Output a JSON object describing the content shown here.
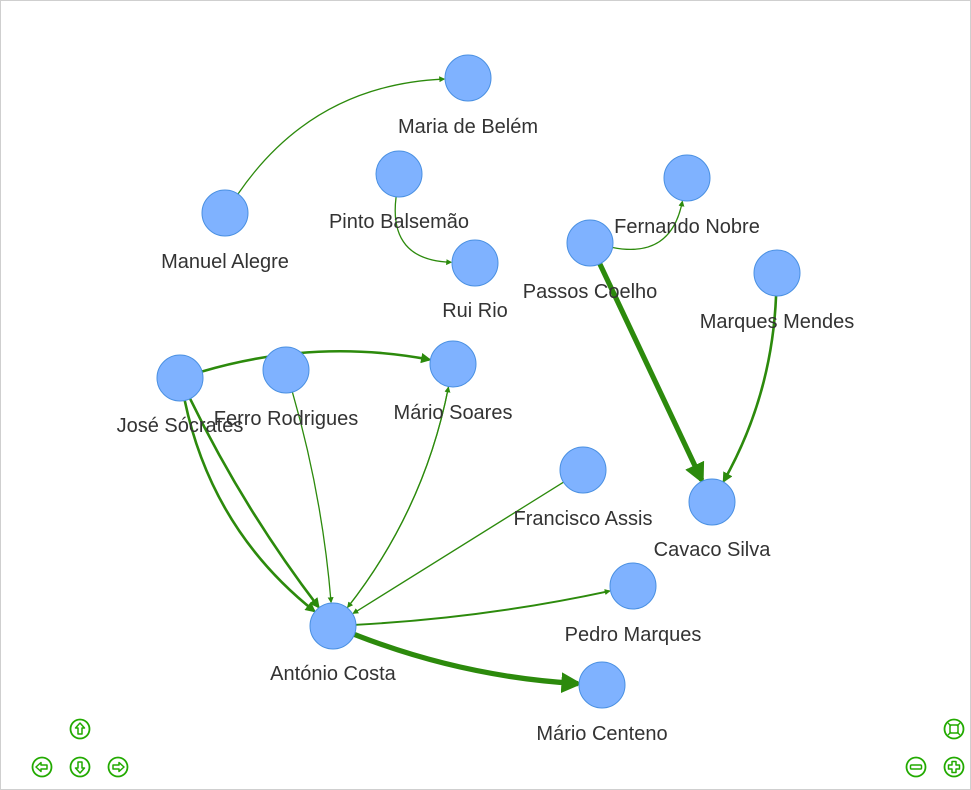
{
  "graph": {
    "node_color": "#7fb2ff",
    "node_border_color": "#4a90e2",
    "edge_color": "#2c8a0c",
    "nodes": [
      {
        "id": "maria-de-belem",
        "label": "Maria de Belém"
      },
      {
        "id": "manuel-alegre",
        "label": "Manuel Alegre"
      },
      {
        "id": "pinto-balsemao",
        "label": "Pinto Balsemão"
      },
      {
        "id": "rui-rio",
        "label": "Rui Rio"
      },
      {
        "id": "fernando-nobre",
        "label": "Fernando Nobre"
      },
      {
        "id": "passos-coelho",
        "label": "Passos Coelho"
      },
      {
        "id": "marques-mendes",
        "label": "Marques Mendes"
      },
      {
        "id": "jose-socrates",
        "label": "José Sócrates"
      },
      {
        "id": "ferro-rodrigues",
        "label": "Ferro Rodrigues"
      },
      {
        "id": "mario-soares",
        "label": "Mário Soares"
      },
      {
        "id": "francisco-assis",
        "label": "Francisco Assis"
      },
      {
        "id": "cavaco-silva",
        "label": "Cavaco Silva"
      },
      {
        "id": "pedro-marques",
        "label": "Pedro Marques"
      },
      {
        "id": "antonio-costa",
        "label": "António Costa"
      },
      {
        "id": "mario-centeno",
        "label": "Mário Centeno"
      }
    ],
    "edges": [
      {
        "from": "manuel-alegre",
        "to": "maria-de-belem",
        "weight": 1
      },
      {
        "from": "pinto-balsemao",
        "to": "rui-rio",
        "weight": 1
      },
      {
        "from": "passos-coelho",
        "to": "fernando-nobre",
        "weight": 1
      },
      {
        "from": "passos-coelho",
        "to": "cavaco-silva",
        "weight": 4
      },
      {
        "from": "marques-mendes",
        "to": "cavaco-silva",
        "weight": 2
      },
      {
        "from": "jose-socrates",
        "to": "mario-soares",
        "weight": 2
      },
      {
        "from": "jose-socrates",
        "to": "antonio-costa",
        "weight": 2
      },
      {
        "from": "jose-socrates",
        "to": "antonio-costa",
        "weight": 2
      },
      {
        "from": "ferro-rodrigues",
        "to": "antonio-costa",
        "weight": 1
      },
      {
        "from": "mario-soares",
        "to": "antonio-costa",
        "weight": 1
      },
      {
        "from": "antonio-costa",
        "to": "mario-soares",
        "weight": 1
      },
      {
        "from": "francisco-assis",
        "to": "antonio-costa",
        "weight": 1
      },
      {
        "from": "antonio-costa",
        "to": "pedro-marques",
        "weight": 1.5
      },
      {
        "from": "antonio-costa",
        "to": "mario-centeno",
        "weight": 4
      }
    ]
  },
  "controls": {
    "color": "#22aa00",
    "buttons": [
      {
        "id": "nav-up",
        "icon": "arrow-up-icon"
      },
      {
        "id": "nav-left",
        "icon": "arrow-left-icon"
      },
      {
        "id": "nav-down",
        "icon": "arrow-down-icon"
      },
      {
        "id": "nav-right",
        "icon": "arrow-right-icon"
      },
      {
        "id": "zoom-extends",
        "icon": "zoom-extends-icon"
      },
      {
        "id": "zoom-out",
        "icon": "zoom-out-icon"
      },
      {
        "id": "zoom-in",
        "icon": "zoom-in-icon"
      }
    ]
  }
}
